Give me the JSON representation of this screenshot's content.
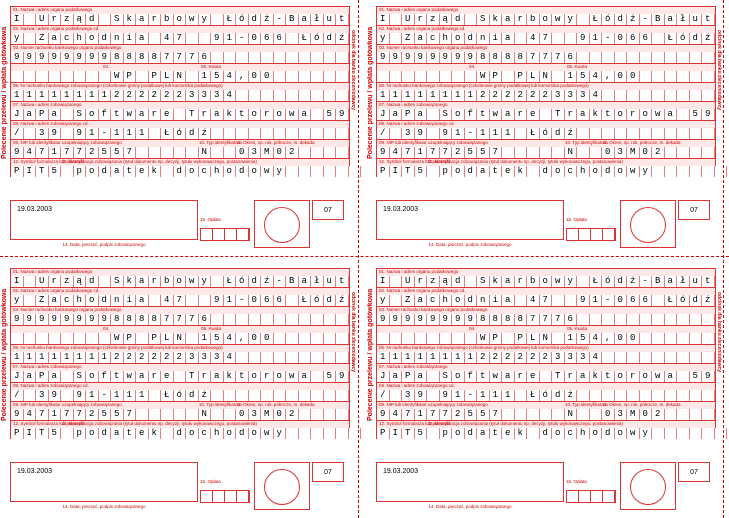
{
  "labels": {
    "side": "Polecenie przelewu / wpłata gotówkowa",
    "right_vertical": "odcinek dla banku zleceniodawcy",
    "l01": "01. Nazwa i adres organu podatkowego",
    "l02": "02. Nazwa i adres organu podatkowego cd.",
    "l03": "03. Numer rachunku bankowego organu podatkowego",
    "l04": "04.",
    "l05": "05. Kwota",
    "l06": "06. Nr rachunku bankowego zobowiązanego (członkowie gminy podatkowej lub komornika podatkowego)",
    "l07": "07. Nazwa i adres zobowiązanego",
    "l08": "08. Nazwa i adres zobowiązanego cd.",
    "l09": "09. NIP lub identyfikator uzupełniający zobowiązanego",
    "l10": "10. Typ identyfikatora",
    "l11": "11. Okres, np. rok, półrocze, m. dekada",
    "l12": "12. Symbol formularza lub płatności",
    "l13": "13. Identyfikacja zobowiązania (tytuł dokumentu np. decyzji, tytułu wykonawczego, postanowienia)",
    "l14": "14. Data, pieczęć, podpis zobowiązanego",
    "l15": "15. Opłata"
  },
  "rows": {
    "r01": [
      "I",
      " ",
      "U",
      "r",
      "z",
      "ą",
      "d",
      " ",
      "S",
      "k",
      "a",
      "r",
      "b",
      "o",
      "w",
      "y",
      " ",
      "Ł",
      "ó",
      "d",
      "ź",
      "-",
      "B",
      "a",
      "ł",
      "u",
      "t"
    ],
    "r02": [
      "y",
      " ",
      "Z",
      "a",
      "c",
      "h",
      "o",
      "d",
      "n",
      "i",
      "a",
      " ",
      "4",
      "7",
      " ",
      " ",
      "9",
      "1",
      "-",
      "0",
      "6",
      "6",
      " ",
      "Ł",
      "ó",
      "d",
      "ź"
    ],
    "r03": [
      "9",
      "9",
      "9",
      "9",
      "9",
      "9",
      "9",
      "9",
      "8",
      "8",
      "8",
      "8",
      "7",
      "7",
      "7",
      "6",
      " ",
      " ",
      " ",
      " ",
      " ",
      " ",
      " ",
      " ",
      " ",
      " ",
      " "
    ],
    "r05": [
      " ",
      " ",
      " ",
      " ",
      " ",
      " ",
      " ",
      " ",
      "W",
      "P",
      " ",
      "P",
      "L",
      "N",
      " ",
      "1",
      "5",
      "4",
      ",",
      "0",
      "0",
      " ",
      " ",
      " ",
      " ",
      " ",
      " "
    ],
    "r06": [
      "1",
      "1",
      "1",
      "1",
      "1",
      "1",
      "1",
      "1",
      "2",
      "2",
      "2",
      "2",
      "2",
      "2",
      "3",
      "3",
      "3",
      "4",
      " ",
      " ",
      " ",
      " ",
      " ",
      " ",
      " ",
      " ",
      " "
    ],
    "r07": [
      "J",
      "a",
      "P",
      "a",
      " ",
      "S",
      "o",
      "f",
      "t",
      "w",
      "a",
      "r",
      "e",
      " ",
      "T",
      "r",
      "a",
      "k",
      "t",
      "o",
      "r",
      "o",
      "w",
      "a",
      " ",
      "5",
      "9"
    ],
    "r08": [
      "/",
      " ",
      "3",
      "9",
      " ",
      "9",
      "1",
      "-",
      "1",
      "1",
      "1",
      " ",
      "Ł",
      "ó",
      "d",
      "ź",
      " ",
      " ",
      " ",
      " ",
      " ",
      " ",
      " ",
      " ",
      " ",
      " ",
      " "
    ],
    "r09": [
      "9",
      "4",
      "7",
      "1",
      "7",
      "7",
      "2",
      "5",
      "5",
      "7",
      " ",
      " ",
      " ",
      " ",
      " ",
      "N",
      " ",
      " ",
      "0",
      "3",
      "M",
      "0",
      "2",
      " ",
      " ",
      " ",
      " "
    ],
    "r12": [
      "P",
      "I",
      "T",
      "5",
      " ",
      "p",
      "o",
      "d",
      "a",
      "t",
      "e",
      "k",
      " ",
      "d",
      "o",
      "c",
      "h",
      "o",
      "d",
      "o",
      "w",
      "y",
      " ",
      " ",
      " ",
      " ",
      " ",
      " "
    ]
  },
  "bottom": {
    "date": "19.03.2003",
    "number": "07"
  }
}
